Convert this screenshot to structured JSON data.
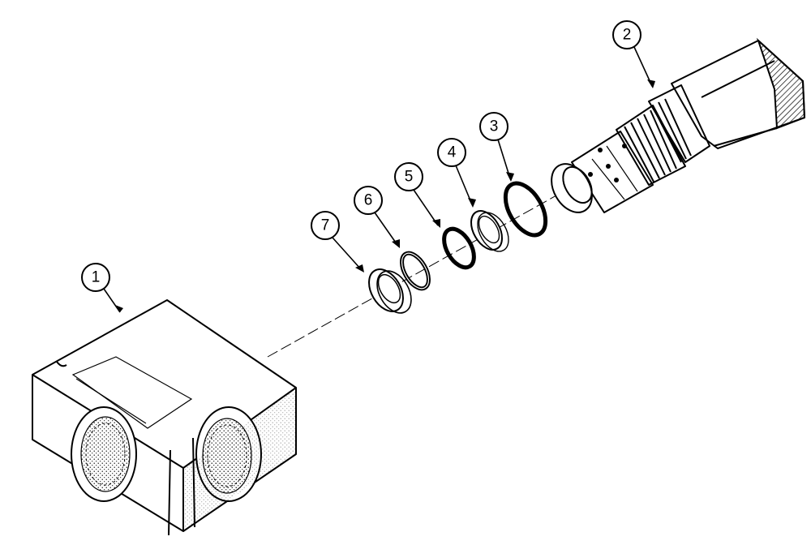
{
  "diagram": {
    "type": "exploded-parts-view",
    "callouts": [
      {
        "id": "1",
        "label": "1",
        "part": "valve-block"
      },
      {
        "id": "2",
        "label": "2",
        "part": "cartridge-valve"
      },
      {
        "id": "3",
        "label": "3",
        "part": "o-ring"
      },
      {
        "id": "4",
        "label": "4",
        "part": "backup-ring"
      },
      {
        "id": "5",
        "label": "5",
        "part": "o-ring"
      },
      {
        "id": "6",
        "label": "6",
        "part": "o-ring"
      },
      {
        "id": "7",
        "label": "7",
        "part": "backup-ring"
      }
    ]
  },
  "colors": {
    "ink": "#000000",
    "paper": "#ffffff"
  }
}
